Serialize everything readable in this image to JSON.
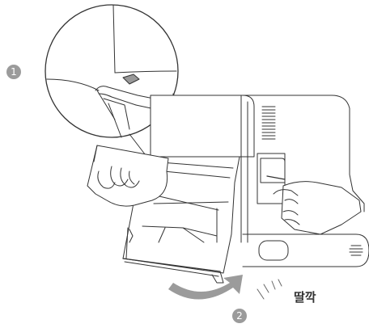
{
  "steps": {
    "step1": "1",
    "step2": "2"
  },
  "sound_label": "딸깍",
  "colors": {
    "line": "#333333",
    "arrow": "#9b9b9b",
    "badge": "#9b9b9b",
    "background": "#ffffff"
  },
  "icons": {
    "magnifier": "zoom-detail-circle",
    "hand": "hand-icon",
    "vacuum": "handheld-vacuum-illustration",
    "arrow": "curved-arrow-icon",
    "sound": "click-sound-lines-icon"
  }
}
